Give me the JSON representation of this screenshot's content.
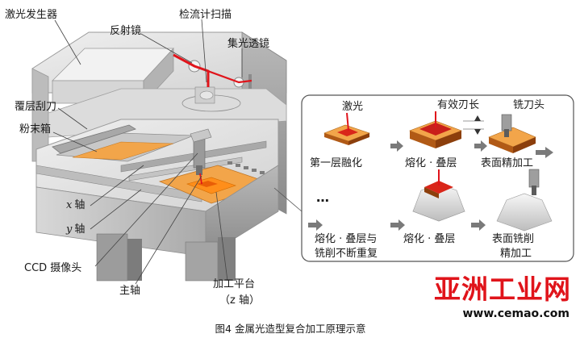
{
  "labels": {
    "laser_generator": "激光发生器",
    "mirror": "反射镜",
    "galvanometer": "检流计扫描",
    "focus_lens": "集光透镜",
    "recoater": "覆层刮刀",
    "powder_box": "粉末箱",
    "x_axis_var": "x",
    "x_axis_word": "轴",
    "y_axis_var": "y",
    "y_axis_word": "轴",
    "ccd_camera": "CCD 摄像头",
    "spindle": "主轴",
    "platform": "加工平台",
    "z_axis": "（z 轴）"
  },
  "process": {
    "laser": "激光",
    "effective_length": "有效刃长",
    "mill_head": "铣刀头",
    "step1": "第一层融化",
    "step2": "熔化 · 叠层",
    "step3": "表面精加工",
    "dots": "…",
    "step4_line1": "熔化 · 叠层与",
    "step4_line2": "铣削不断重复",
    "step5": "熔化 · 叠层",
    "step6_line1": "表面铣削",
    "step6_line2": "精加工"
  },
  "watermark": {
    "text": "亚洲工业网",
    "url": "www.cemao.com"
  },
  "caption": "图4   金属光造型复合加工原理示意",
  "colors": {
    "laser": "#e0141b",
    "watermark": "#e0141b",
    "powder": "#f2a54a",
    "machine_light": "#e4e4e4",
    "machine_mid": "#c9c9c9",
    "machine_dark": "#8e8e8e"
  }
}
